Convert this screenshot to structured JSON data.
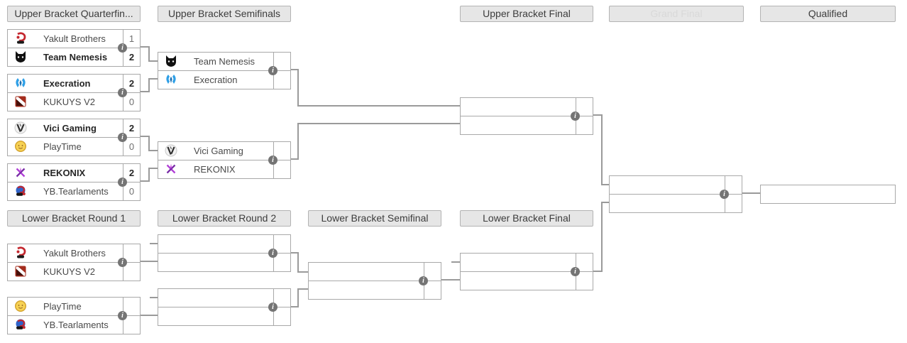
{
  "headers": {
    "ub_qf": "Upper Bracket Quarterfin...",
    "ub_sf": "Upper Bracket Semifinals",
    "ub_final": "Upper Bracket Final",
    "grand_final": "Grand Final",
    "qualified": "Qualified",
    "lb_r1": "Lower Bracket Round 1",
    "lb_r2": "Lower Bracket Round 2",
    "lb_sf": "Lower Bracket Semifinal",
    "lb_final": "Lower Bracket Final"
  },
  "matches": {
    "ub_qf1": {
      "top": {
        "name": "Yakult Brothers",
        "score": "1"
      },
      "bottom": {
        "name": "Team Nemesis",
        "score": "2"
      }
    },
    "ub_qf2": {
      "top": {
        "name": "Execration",
        "score": "2"
      },
      "bottom": {
        "name": "KUKUYS V2",
        "score": "0"
      }
    },
    "ub_qf3": {
      "top": {
        "name": "Vici Gaming",
        "score": "2"
      },
      "bottom": {
        "name": "PlayTime",
        "score": "0"
      }
    },
    "ub_qf4": {
      "top": {
        "name": "REKONIX",
        "score": "2"
      },
      "bottom": {
        "name": "YB.Tearlaments",
        "score": "0"
      }
    },
    "ub_sf1": {
      "top": {
        "name": "Team Nemesis"
      },
      "bottom": {
        "name": "Execration"
      }
    },
    "ub_sf2": {
      "top": {
        "name": "Vici Gaming"
      },
      "bottom": {
        "name": "REKONIX"
      }
    },
    "lb_r1m1": {
      "top": {
        "name": "Yakult Brothers"
      },
      "bottom": {
        "name": "KUKUYS V2"
      }
    },
    "lb_r1m2": {
      "top": {
        "name": "PlayTime"
      },
      "bottom": {
        "name": "YB.Tearlaments"
      }
    }
  },
  "icons": {
    "info": "i",
    "team_logos": [
      "yakult-brothers-logo",
      "team-nemesis-logo",
      "execration-logo",
      "kukuys-v2-logo",
      "vici-gaming-logo",
      "playtime-logo",
      "rekonix-logo",
      "yb-tearlaments-logo"
    ]
  },
  "colors": {
    "header_bg": "#e6e6e6",
    "header_border": "#b3b3b3",
    "faint_header_text": "#d9d9d9",
    "box_border": "#a9a9a9",
    "connector": "#9a9a9a",
    "winner_text": "#262626",
    "loser_text": "#4a4a4a",
    "loser_score": "#6e6e6e",
    "info_icon_bg": "#747474"
  }
}
